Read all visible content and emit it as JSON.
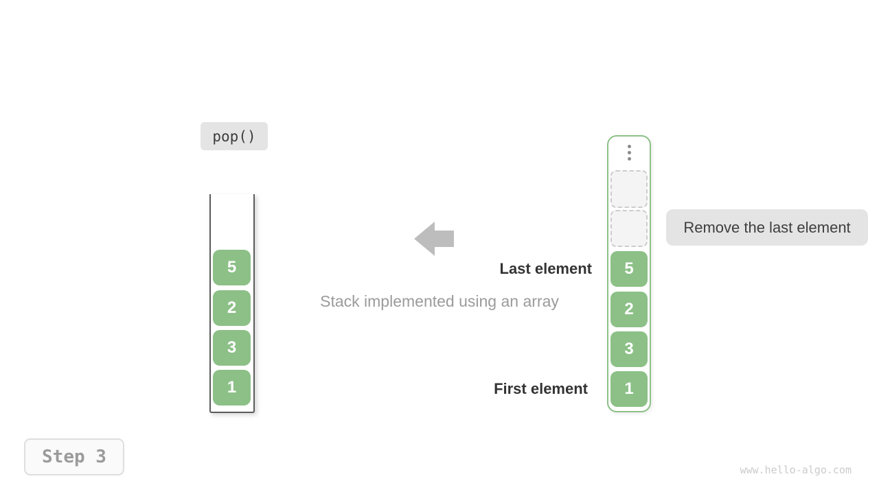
{
  "diagram": {
    "operation_label": "pop()",
    "step_label": "Step 3",
    "caption": "Stack implemented using an array",
    "annotation": "Remove the last element",
    "last_element_label": "Last element",
    "first_element_label": "First element",
    "watermark": "www.hello-algo.com"
  },
  "left_stack": {
    "values": [
      "5",
      "2",
      "3",
      "1"
    ]
  },
  "right_stack": {
    "values": [
      "5",
      "2",
      "3",
      "1"
    ],
    "empty_slot_count": 2,
    "ellipsis_icon": "vertical-dots"
  },
  "icons": {
    "direction_arrow": "left-arrow"
  },
  "colors": {
    "element_green": "#8CC087",
    "label_background": "#E4E4E4",
    "arrow_gray": "#BDBDBD",
    "muted_text": "#9B9B9B",
    "dark_text": "#333333",
    "watermark_gray": "#CBCBCB"
  }
}
